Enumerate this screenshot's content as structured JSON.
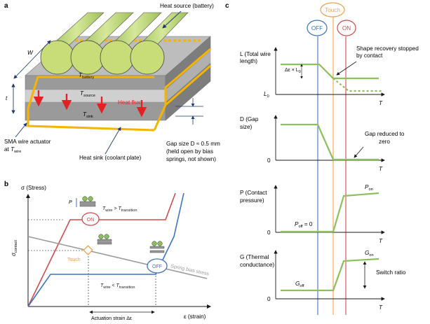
{
  "panel_a": {
    "label": "a",
    "heat_source_label": "Heat source (battery)",
    "dim_w": "W",
    "dim_t": "t",
    "t_battery": "T",
    "t_battery_sub": "battery",
    "t_source": "T",
    "t_source_sub": "source",
    "t_sink": "T",
    "t_sink_sub": "sink",
    "heat_flux_label": "Heat flux",
    "sma_line1": "SMA wire actuator",
    "sma_line2_prefix": "at ",
    "sma_t": "T",
    "sma_t_sub": "wire",
    "heat_sink_label": "Heat sink (coolant plate)",
    "gap_line1": "Gap size D ≈ 0.5 mm",
    "gap_line2": "(held open by bias",
    "gap_line3": "springs, not shown)",
    "colors": {
      "frame": "#f5b400",
      "plate_top": "#b4b4b4",
      "plate_side": "#8a8a8a",
      "cylinder": "#c8dc78",
      "flux": "#e22222"
    }
  },
  "panel_b": {
    "label": "b",
    "y_axis_label": "σ (Stress)",
    "x_axis_label": "ε (strain)",
    "sigma_contact": "σ",
    "sigma_contact_sub": "contact",
    "upper_curve_label_t": "T",
    "upper_curve_label_t_sub": "wire",
    "upper_curve_label_gt": " > ",
    "upper_curve_label_t2": "T",
    "upper_curve_label_t2_sub": "transition",
    "lower_curve_label_t": "T",
    "lower_curve_label_t_sub": "wire",
    "lower_curve_label_lt": " < ",
    "lower_curve_label_t2": "T",
    "lower_curve_label_t2_sub": "transition",
    "on_badge": "ON",
    "off_badge": "OFF",
    "touch_label": "Touch",
    "spring_label": "Spring bias stress",
    "pressure_p": "P",
    "actuation_label": "Actuation strain Δε",
    "colors": {
      "upper": "#d14b4b",
      "lower": "#3d72c4",
      "spring": "#9a9a9a",
      "touch": "#f0a050"
    }
  },
  "panel_c": {
    "label": "c",
    "touch_label": "Touch",
    "off_label": "OFF",
    "on_label": "ON",
    "t_axis": "T",
    "plot_L": {
      "ylabel_line1": "L (Total wire",
      "ylabel_line2": "length)",
      "y0_label": "L",
      "y0_label_sub": "0",
      "delta_label": "Δε × L",
      "delta_label_sub": "0",
      "annot_line1": "Shape recovery stopped",
      "annot_line2": "by contact"
    },
    "plot_D": {
      "ylabel_line1": "D (Gap",
      "ylabel_line2": "size)",
      "y0_label": "0",
      "annot_line1": "Gap reduced to",
      "annot_line2": "zero"
    },
    "plot_P": {
      "ylabel_line1": "P (Contact",
      "ylabel_line2": "pressure)",
      "y0_label": "0",
      "p_on": "P",
      "p_on_sub": "on",
      "p_off": "P",
      "p_off_sub": "off",
      "p_off_eq": " = 0"
    },
    "plot_G": {
      "ylabel_line1": "G (Thermal",
      "ylabel_line2": "conductance)",
      "y0_label": "0",
      "g_on": "G",
      "g_on_sub": "on",
      "g_off": "G",
      "g_off_sub": "off",
      "switch_label": "Switch ratio"
    },
    "colors": {
      "curve": "#8cc05a",
      "off_line": "#3d72c4",
      "touch_line": "#f0a050",
      "on_line": "#d14b4b"
    }
  }
}
